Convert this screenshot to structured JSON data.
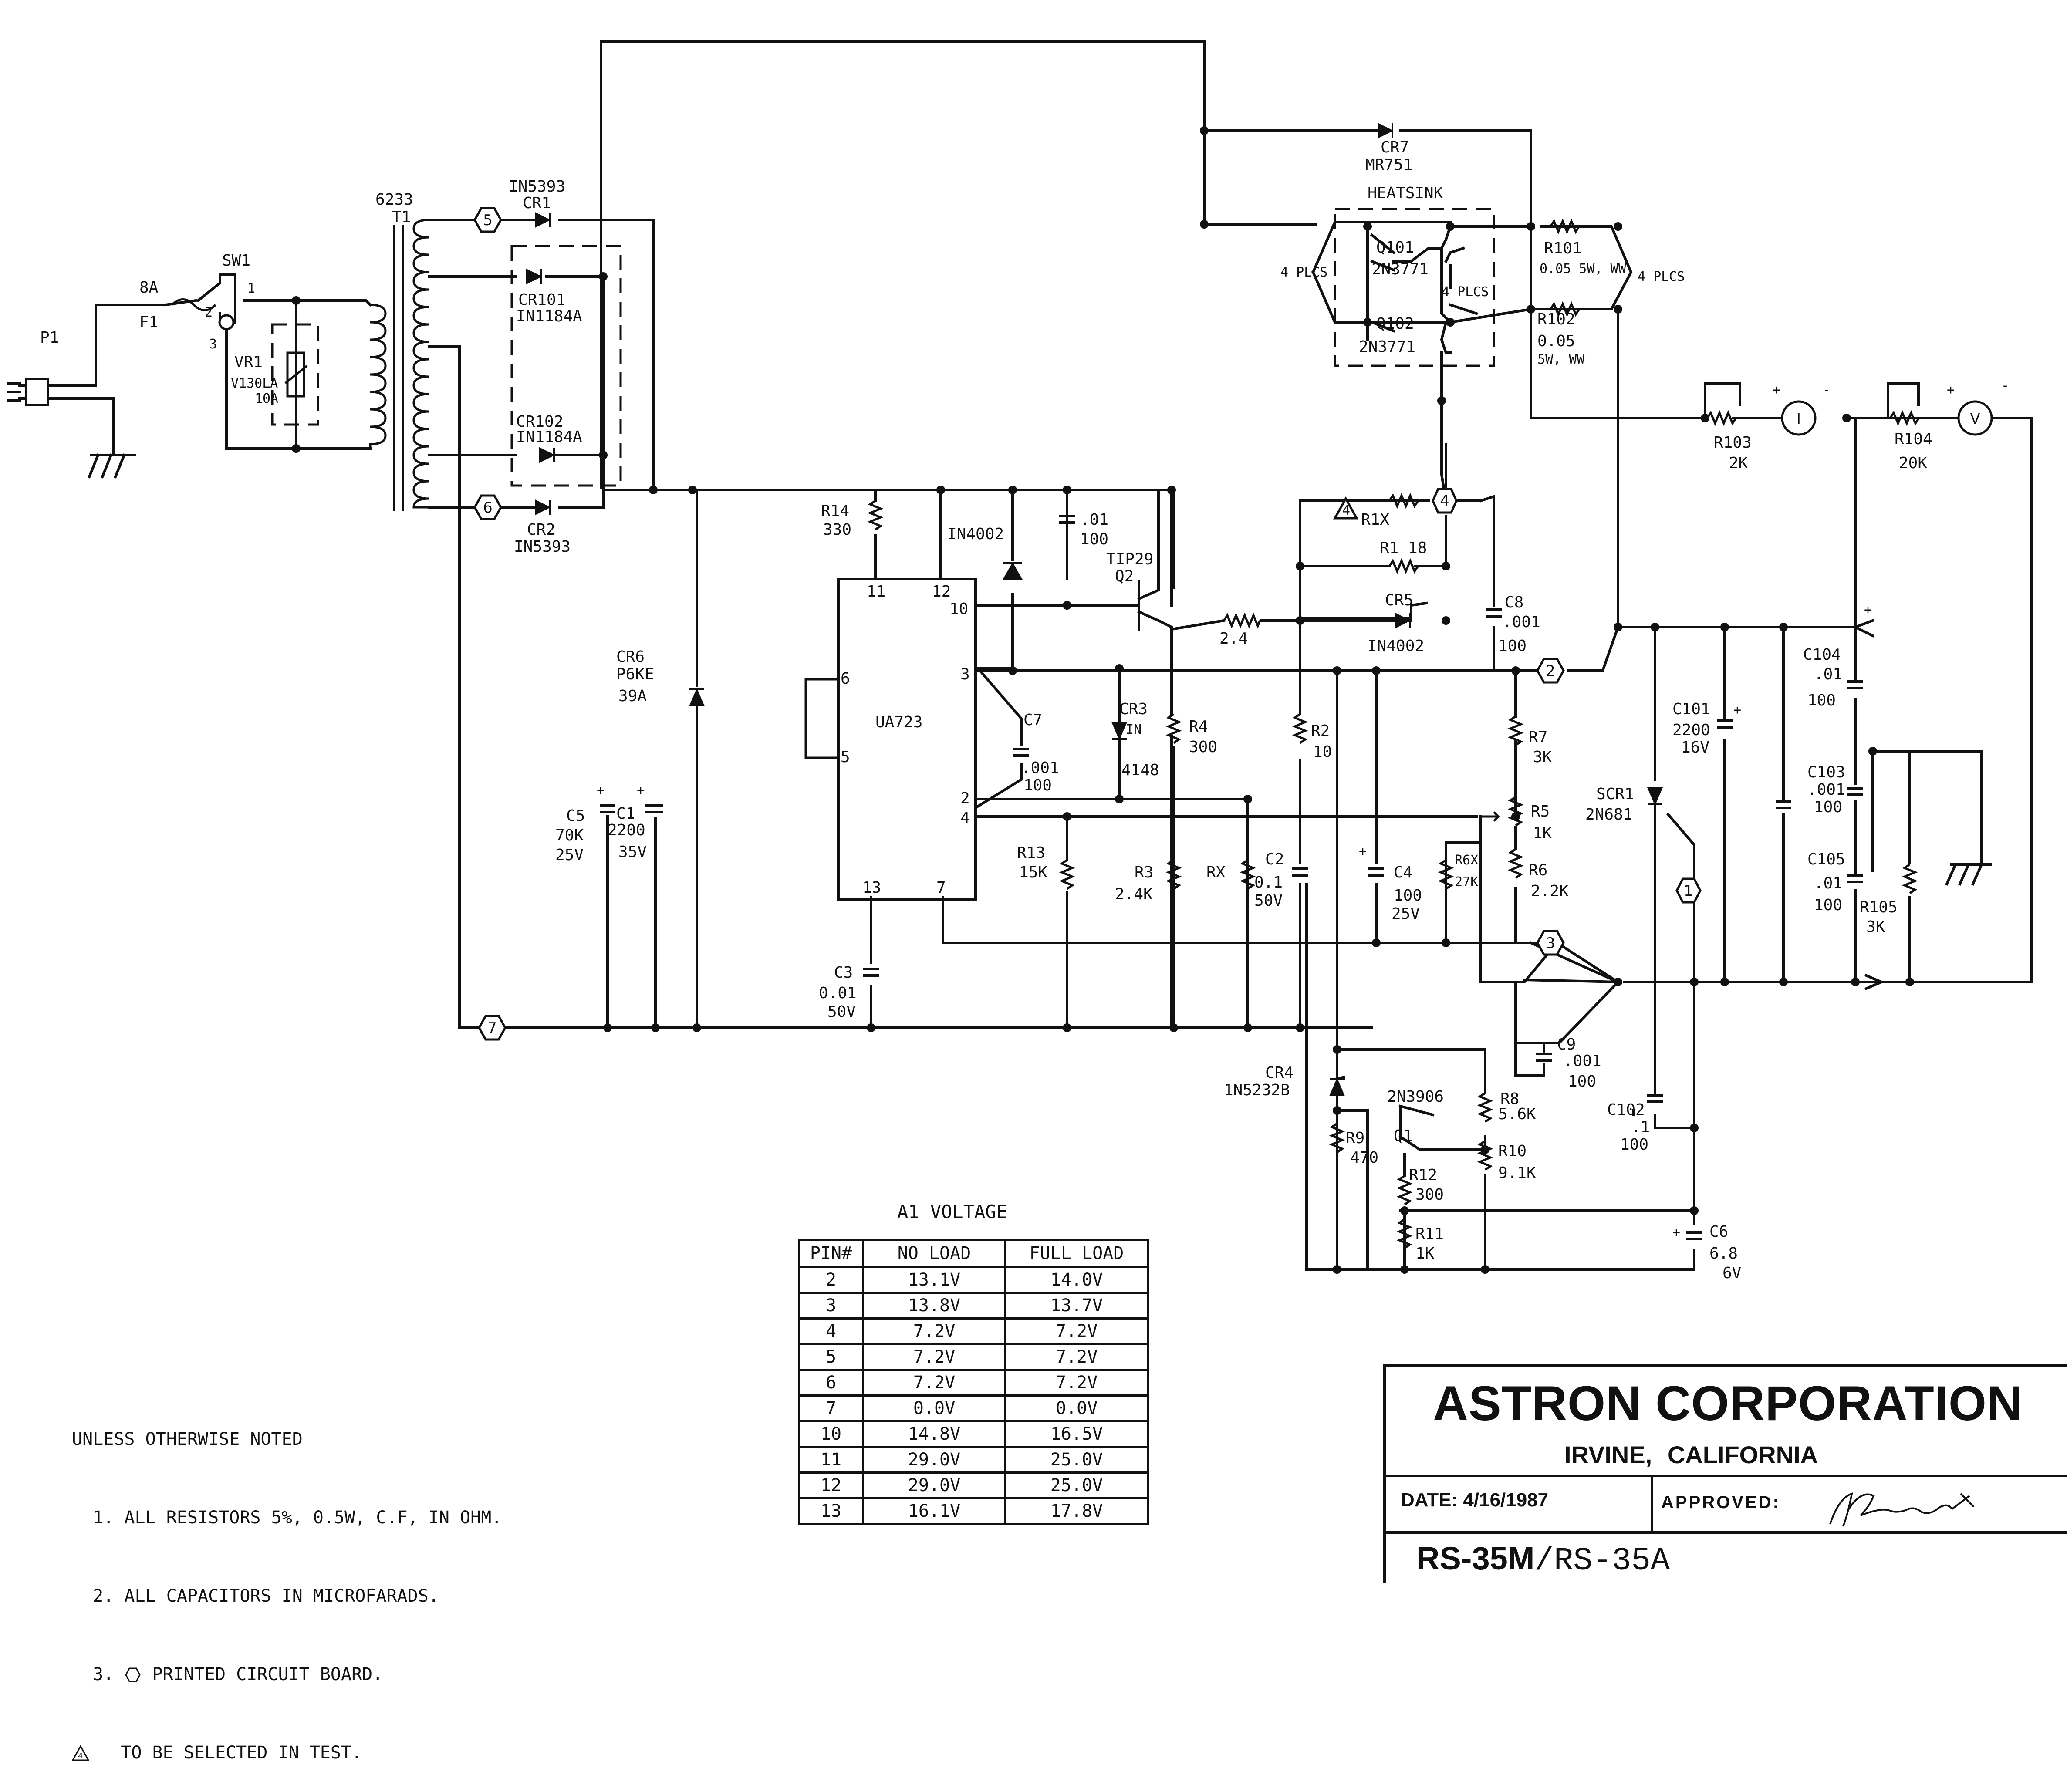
{
  "schematic": {
    "components": {
      "p1": "P1",
      "f1": "F1",
      "f1_rating": "8A",
      "sw1": "SW1",
      "sw1_pin1": "1",
      "sw1_pin2": "2",
      "sw1_pin3": "3",
      "vr1": "VR1",
      "vr1_part": "V130LA",
      "vr1_rating": "10A",
      "t1_part": "6233",
      "t1": "T1",
      "cr1_part": "IN5393",
      "cr1": "CR1",
      "cr101": "CR101",
      "cr101_part": "IN1184A",
      "cr102": "CR102",
      "cr102_part": "IN1184A",
      "cr2": "CR2",
      "cr2_part": "IN5393",
      "cr6": "CR6",
      "cr6_part": "P6KE",
      "cr6_value": "39A",
      "c5": "C5",
      "c5_value": "70K",
      "c5_voltage": "25V",
      "c1": "C1",
      "c1_value": "2200",
      "c1_voltage": "35V",
      "cr7": "CR7",
      "cr7_part": "MR751",
      "heatsink": "HEATSINK",
      "plcs_left": "4 PLCS",
      "plcs_mid": "4 PLCS",
      "plcs_right": "4 PLCS",
      "q101": "Q101",
      "q101_part": "2N3771",
      "q102": "Q102",
      "q102_part": "2N3771",
      "r101": "R101",
      "r101_value": "0.05 5W, WW",
      "r102": "R102",
      "r102_value": "0.05",
      "r102_rating": "5W, WW",
      "r103": "R103",
      "r103_value": "2K",
      "r104": "R104",
      "r104_value": "20K",
      "meter_i": "I",
      "meter_v": "V",
      "r14": "R14",
      "r14_value": "330",
      "u1": "UA723",
      "u1_pin11": "11",
      "u1_pin12": "12",
      "u1_pin10": "10",
      "u1_pin3": "3",
      "u1_pin6": "6",
      "u1_pin5": "5",
      "u1_pin2": "2",
      "u1_pin4": "4",
      "u1_pin13": "13",
      "u1_pin7": "7",
      "d_in4002_a": "IN4002",
      "c_01": ".01",
      "c_01_voltage": "100",
      "q2_part": "TIP29",
      "q2": "Q2",
      "r_24": "2.4",
      "c7": "C7",
      "c7_value": ".001",
      "c7_voltage": "100",
      "cr3": "CR3",
      "cr3_part_a": "IN",
      "cr3_part_b": "4148",
      "r4": "R4",
      "r4_value": "300",
      "r13": "R13",
      "r13_value": "15K",
      "r3": "R3",
      "r3_value": "2.4K",
      "rx": "RX",
      "c2": "C2",
      "c2_value": "0.1",
      "c2_voltage": "50V",
      "c3": "C3",
      "c3_value": "0.01",
      "c3_voltage": "50V",
      "r1x": "R1X",
      "r1": "R1 18",
      "cr5": "CR5",
      "cr5_part": "IN4002",
      "r2": "R2",
      "r2_value": "10",
      "c4": "C4",
      "c4_value": "100",
      "c4_voltage": "25V",
      "r6x": "R6X",
      "r6x_value": "27K",
      "c8": "C8",
      "c8_value": ".001",
      "c8_voltage": "100",
      "r7": "R7",
      "r7_value": "3K",
      "r5": "R5",
      "r5_value": "1K",
      "r6": "R6",
      "r6_value": "2.2K",
      "c9": "C9",
      "c9_value": ".001",
      "c9_voltage": "100",
      "cr4": "CR4",
      "cr4_part": "1N5232B",
      "q1_part": "2N3906",
      "q1": "Q1",
      "r9": "R9",
      "r9_value": "470",
      "r12": "R12",
      "r12_value": "300",
      "r11": "R11",
      "r11_value": "1K",
      "r8": "R8",
      "r8_value": "5.6K",
      "r10": "R10",
      "r10_value": "9.1K",
      "c102": "C102",
      "c102_value": ".1",
      "c102_voltage": "100",
      "c6": "C6",
      "c6_value": "6.8",
      "c6_voltage": "6V",
      "scr1": "SCR1",
      "scr1_part": "2N681",
      "c101": "C101",
      "c101_value": "2200",
      "c101_voltage": "16V",
      "c104": "C104",
      "c104_value": ".01",
      "c104_voltage": "100",
      "c103": "C103",
      "c103_value": ".001",
      "c103_voltage": "100",
      "c105": "C105",
      "c105_value": ".01",
      "c105_voltage": "100",
      "r105": "R105",
      "r105_value": "3K",
      "plus": "+",
      "minus": "-"
    },
    "nodes": {
      "n1": "1",
      "n2": "2",
      "n3": "3",
      "n4": "4",
      "n5": "5",
      "n6": "6",
      "n7": "7",
      "tri4": "4"
    }
  },
  "notes": {
    "header": "UNLESS OTHERWISE NOTED",
    "items": [
      "1. ALL RESISTORS 5%, 0.5W, C.F, IN OHM.",
      "2. ALL CAPACITORS IN MICROFARADS.",
      "3.",
      "PRINTED CIRCUIT BOARD.",
      "TO BE SELECTED IN TEST."
    ],
    "triangle_mark": "4"
  },
  "voltage_table": {
    "title": "A1 VOLTAGE",
    "headers": [
      "PIN#",
      "NO LOAD",
      "FULL LOAD"
    ],
    "rows": [
      [
        "2",
        "13.1V",
        "14.0V"
      ],
      [
        "3",
        "13.8V",
        "13.7V"
      ],
      [
        "4",
        "7.2V",
        "7.2V"
      ],
      [
        "5",
        "7.2V",
        "7.2V"
      ],
      [
        "6",
        "7.2V",
        "7.2V"
      ],
      [
        "7",
        "0.0V",
        "0.0V"
      ],
      [
        "10",
        "14.8V",
        "16.5V"
      ],
      [
        "11",
        "29.0V",
        "25.0V"
      ],
      [
        "12",
        "29.0V",
        "25.0V"
      ],
      [
        "13",
        "16.1V",
        "17.8V"
      ]
    ]
  },
  "title_block": {
    "company": "ASTRON CORPORATION",
    "city": "IRVINE,",
    "state": "CALIFORNIA",
    "date_label": "DATE:",
    "date": "4/16/1987",
    "approved_label": "APPROVED:",
    "model_primary": "RS-35M",
    "model_secondary": "/RS-35A"
  }
}
